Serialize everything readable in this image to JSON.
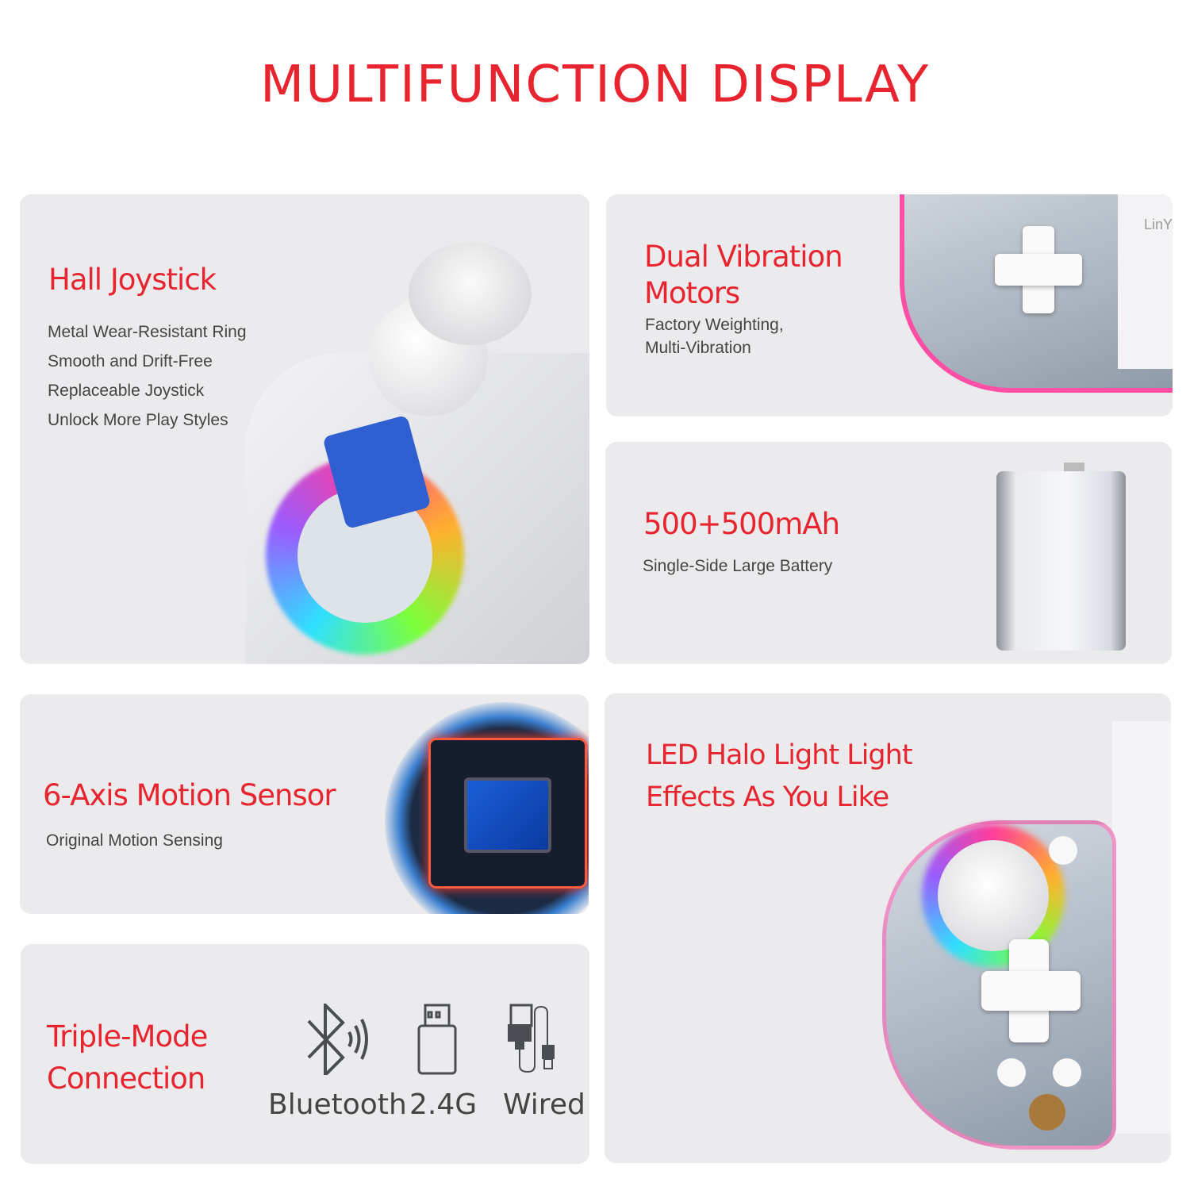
{
  "title": "MULTIFUNCTION DISPLAY",
  "hall": {
    "heading": "Hall Joystick",
    "lines": [
      "Metal Wear-Resistant Ring",
      "Smooth and Drift-Free",
      "Replaceable Joystick",
      "Unlock More Play Styles"
    ]
  },
  "vibration": {
    "heading_1": "Dual Vibration",
    "heading_2": "Motors",
    "lines": [
      "Factory Weighting,",
      "Multi-Vibration"
    ],
    "logo": "LinY"
  },
  "battery": {
    "heading": "500+500mAh",
    "line": "Single-Side Large Battery"
  },
  "sensor": {
    "heading": "6-Axis Motion Sensor",
    "line": "Original Motion Sensing"
  },
  "connection": {
    "heading_1": "Triple-Mode",
    "heading_2": "Connection",
    "modes": [
      {
        "label": "Bluetooth",
        "icon": "bluetooth-icon"
      },
      {
        "label": "2.4G",
        "icon": "usb-dongle-icon"
      },
      {
        "label": "Wired",
        "icon": "usb-cable-icon"
      }
    ]
  },
  "led": {
    "heading_1": "LED Halo Light Light",
    "heading_2": "Effects As You Like"
  },
  "colors": {
    "accent": "#e8252f",
    "panel": "#ebebed",
    "text": "#444444"
  }
}
